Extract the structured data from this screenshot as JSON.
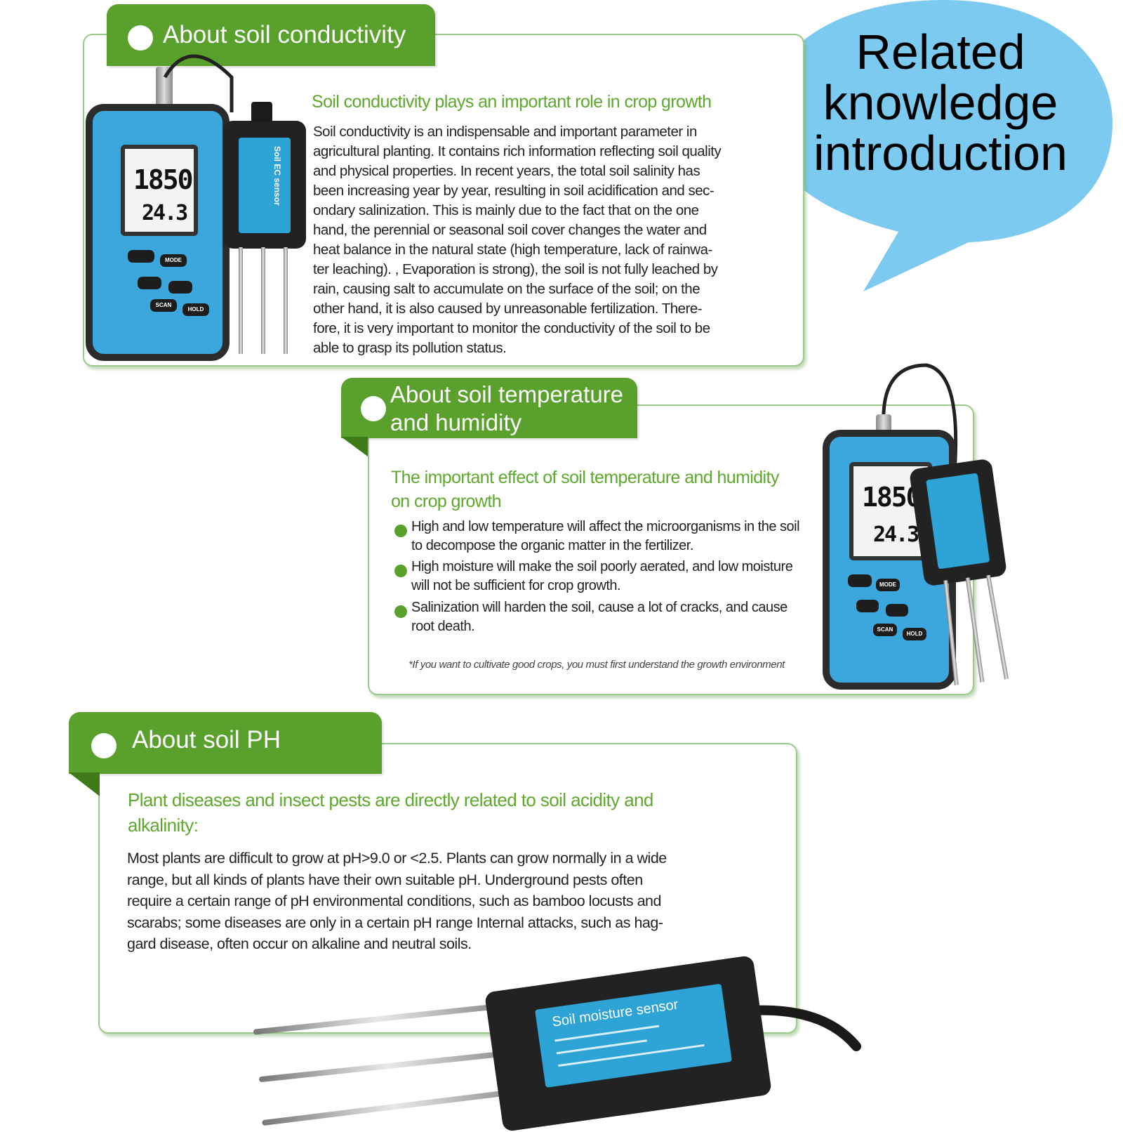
{
  "bubble": {
    "line1": "Related",
    "line2": "knowledge",
    "line3": "introduction"
  },
  "sections": {
    "conductivity": {
      "tab": "About soil conductivity",
      "subtitle": "Soil conductivity plays an important role in crop growth",
      "lines": [
        "Soil conductivity is an indispensable and important parameter in",
        "agricultural planting. It contains rich information reflecting soil quality",
        "and physical properties. In recent years, the total soil salinity has",
        "been increasing year by year, resulting in soil acidification and sec-",
        "ondary salinization. This is mainly due to the fact that on the one",
        "hand, the perennial or seasonal soil cover changes the water and",
        "heat balance in the natural state (high temperature, lack of rainwa-",
        "ter leaching). , Evaporation is strong), the soil is not fully leached by",
        "rain, causing salt to accumulate on the surface of the soil; on the",
        "other hand, it is also caused by unreasonable fertilization. There-",
        "fore, it is very important to monitor the conductivity of the soil to be",
        "able to grasp its pollution status."
      ]
    },
    "temperature": {
      "tab_line1": "About soil temperature",
      "tab_line2": "and humidity",
      "subtitle_line1": "The important effect of soil temperature and humidity",
      "subtitle_line2": "on crop growth",
      "bullets": [
        {
          "line1": "High and low temperature will affect the microorganisms in the soil",
          "line2": "to decompose the organic matter in the fertilizer."
        },
        {
          "line1": "High moisture will make the soil poorly aerated, and low moisture",
          "line2": "will not be sufficient for crop growth."
        },
        {
          "line1": "Salinization will harden the soil, cause a lot of cracks, and cause",
          "line2": "root death."
        }
      ],
      "note": "*If you want to cultivate good crops, you must first understand the growth environment"
    },
    "ph": {
      "tab": "About soil PH",
      "subtitle_line1": "Plant diseases and insect pests are directly related to soil acidity and",
      "subtitle_line2": "alkalinity:",
      "lines": [
        "Most plants are difficult to grow at pH>9.0 or <2.5. Plants can grow normally in a wide",
        "range, but all kinds of plants have their own suitable pH. Underground pests often",
        "require a certain range of pH environmental conditions, such as bamboo locusts and",
        "scarabs; some diseases are only in a certain pH range Internal attacks, such as hag-",
        "gard disease, often occur on alkaline and neutral soils."
      ]
    }
  },
  "devices": {
    "meter_top_reading": "1850",
    "meter_bottom_reading": "24.3",
    "meter_buttons": [
      "MODE",
      "SCAN",
      "HOLD"
    ],
    "sensor_label_ec": "Soil EC sensor",
    "sensor_label_moisture": "Soil moisture sensor"
  },
  "colors": {
    "green_tab": "#5aa02c",
    "green_text": "#5ea82e",
    "bubble": "#7ccaf0",
    "meter_blue": "#3ba7dd"
  }
}
